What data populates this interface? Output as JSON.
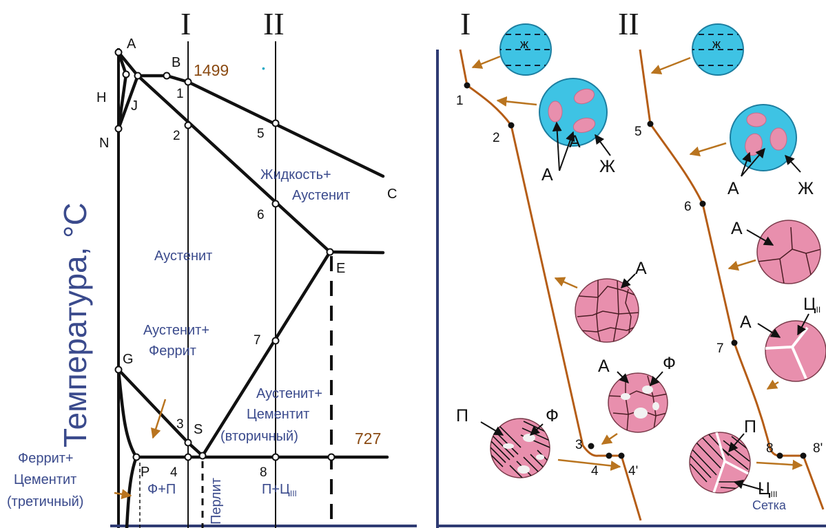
{
  "colors": {
    "line": "#111111",
    "axis": "#2f3b73",
    "curve": "#b55d16",
    "arrow": "#b9741f",
    "liquid": "#3ec3e4",
    "austenite": "#e88fad",
    "grain_line": "#4a1d24",
    "ferrite": "#f2f2f2",
    "region_text": "#3a4a8c",
    "temp_text": "#8a4a12"
  },
  "alloy_labels": {
    "I": "I",
    "II": "II"
  },
  "curve_labels": {
    "I": "I",
    "II": "II"
  },
  "diagram": {
    "axis_label": "Температура, °С",
    "points": {
      "A": "A",
      "B": "B",
      "H": "H",
      "J": "J",
      "N": "N",
      "C": "C",
      "E": "E",
      "G": "G",
      "S": "S",
      "P": "P",
      "n1": "1",
      "n2": "2",
      "n3": "3",
      "n4": "4",
      "n5": "5",
      "n6": "6",
      "n7": "7",
      "n8": "8"
    },
    "temperatures": {
      "t1499": "1499",
      "t727": "727"
    },
    "regions": {
      "liquid_austenite_1": "Жидкость+",
      "liquid_austenite_2": "Аустенит",
      "austenite": "Аустенит",
      "austenite_ferrite_1": "Аустенит+",
      "austenite_ferrite_2": "Феррит",
      "austenite_cementite_1": "Аустенит+",
      "austenite_cementite_2": "Цементит",
      "austenite_cementite_3": "(вторичный)",
      "ferrite_cementite_1": "Феррит+",
      "ferrite_cementite_2": "Цементит",
      "ferrite_cementite_3": "(третичный)",
      "fp": "Ф+П",
      "perlite": "Перлит",
      "pc3": "П+Ц",
      "pc3_sub": "III"
    }
  },
  "cooling_curves": {
    "I_points": {
      "p1": "1",
      "p2": "2",
      "p3": "3",
      "p4": "4",
      "p4p": "4'"
    },
    "II_points": {
      "p5": "5",
      "p6": "6",
      "p7": "7",
      "p8": "8",
      "p8p": "8'"
    }
  },
  "micro": {
    "liquid": "ж",
    "A": "А",
    "Zh": "Ж",
    "F": "Ф",
    "P": "П",
    "C": "Ц",
    "c_sub_II": "II",
    "c_sub_III": "III",
    "net": "Сетка"
  }
}
